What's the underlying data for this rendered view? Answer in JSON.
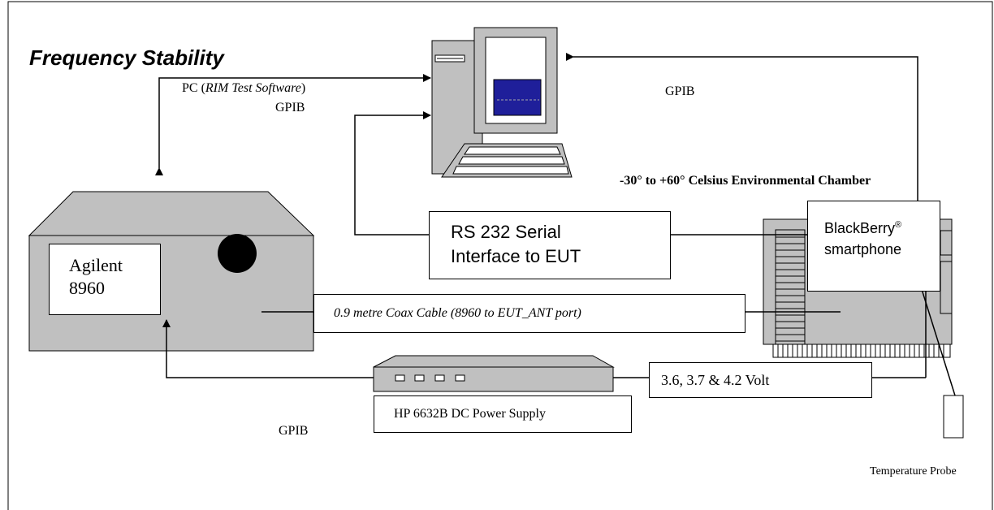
{
  "diagram": {
    "title": "Frequency Stability",
    "labels": {
      "pc_prefix": "PC (",
      "pc_software": "RIM Test Software",
      "pc_suffix": ")",
      "gpib_left": "GPIB",
      "gpib_right": "GPIB",
      "gpib_bottom": "GPIB",
      "chamber": "-30° to +60° Celsius Environmental Chamber",
      "temperature_probe": "Temperature Probe"
    },
    "boxes": {
      "agilent_line1": "Agilent",
      "agilent_line2": "8960",
      "serial_line1": "RS 232 Serial",
      "serial_line2": "Interface to EUT",
      "coax": "0.9 metre Coax Cable (8960 to EUT_ANT port)",
      "blackberry_brand": "BlackBerry",
      "blackberry_reg": "®",
      "blackberry_line2": "smartphone",
      "voltage": "3.6, 3.7 & 4.2 Volt",
      "power_supply": "HP 6632B DC Power Supply"
    }
  }
}
